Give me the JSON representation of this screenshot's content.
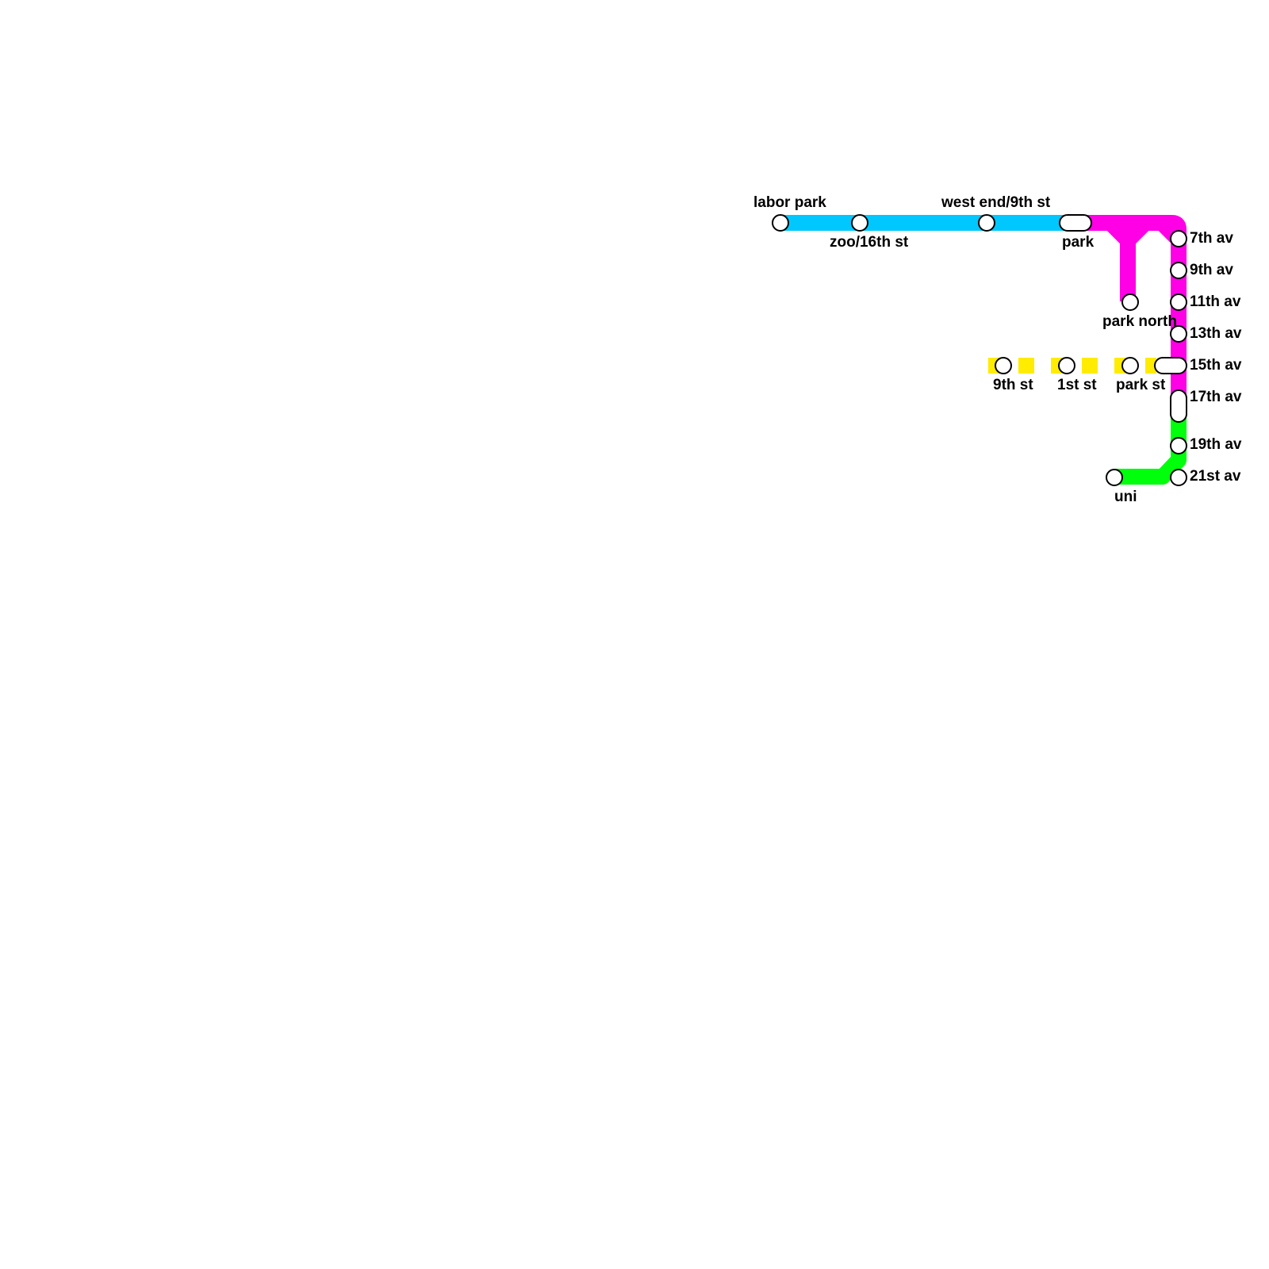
{
  "colors": {
    "blue_line": "#00c8ff",
    "magenta_line": "#ff00e6",
    "green_line": "#00ff0a",
    "yellow_line": "#ffec00",
    "station_fill": "#ffffff",
    "station_stroke": "#000000"
  },
  "stations": {
    "labor_park": "labor park",
    "zoo_16th_st": "zoo/16th st",
    "west_end_9th_st": "west end/9th st",
    "park": "park",
    "park_north": "park north",
    "av7": "7th av",
    "av9": "9th av",
    "av11": "11th av",
    "av13": "13th av",
    "av15": "15th av",
    "av17": "17th av",
    "av19": "19th av",
    "av21": "21st av",
    "st9": "9th st",
    "st1": "1st st",
    "park_st": "park st",
    "uni": "uni"
  }
}
